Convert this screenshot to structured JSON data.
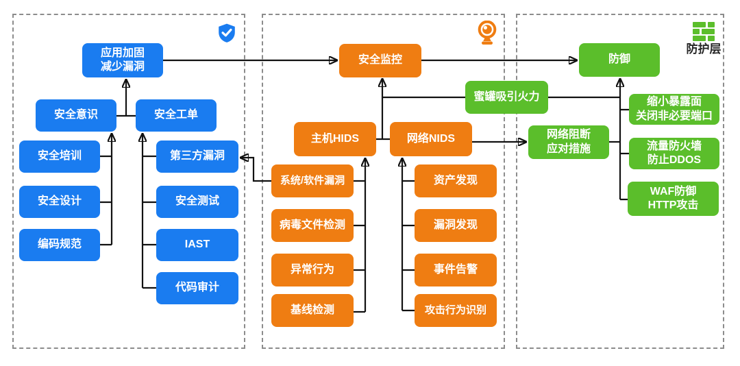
{
  "colors": {
    "blue": "#1a7cf0",
    "orange": "#ef7d12",
    "green": "#5bbe2b",
    "line": "#111111",
    "border": "#8c8c8c",
    "label": "#262626"
  },
  "panels": {
    "application": {
      "icon": "shield-check"
    },
    "monitoring": {
      "icon": "webcam"
    },
    "protection": {
      "icon": "brick-wall",
      "label": "防护层"
    }
  },
  "nodes": {
    "app_hardening": "应用加固\n减少漏洞",
    "security_awareness": "安全意识",
    "security_ticket": "安全工单",
    "security_training": "安全培训",
    "security_design": "安全设计",
    "coding_standard": "编码规范",
    "third_party_vuln": "第三方漏洞",
    "security_testing": "安全测试",
    "iast": "IAST",
    "code_audit": "代码审计",
    "security_monitoring": "安全监控",
    "host_hids": "主机HIDS",
    "network_nids": "网络NIDS",
    "sys_software_vuln": "系统/软件漏洞",
    "virus_file_detection": "病毒文件检测",
    "abnormal_behavior": "异常行为",
    "baseline_detection": "基线检测",
    "asset_discovery": "资产发现",
    "vuln_discovery": "漏洞发现",
    "event_alert": "事件告警",
    "attack_behavior_recognition": "攻击行为识别",
    "defense": "防御",
    "honeypot": "蜜罐吸引火力",
    "network_block": "网络阻断\n应对措施",
    "reduce_exposure": "缩小暴露面\n关闭非必要端口",
    "traffic_firewall": "流量防火墙\n防止DDOS",
    "waf": "WAF防御\nHTTP攻击"
  },
  "edges": [
    [
      "security_awareness",
      "app_hardening"
    ],
    [
      "security_ticket",
      "app_hardening"
    ],
    [
      "security_training",
      "security_awareness"
    ],
    [
      "security_design",
      "security_awareness"
    ],
    [
      "coding_standard",
      "security_awareness"
    ],
    [
      "third_party_vuln",
      "security_ticket"
    ],
    [
      "security_testing",
      "security_ticket"
    ],
    [
      "iast",
      "security_ticket"
    ],
    [
      "code_audit",
      "security_ticket"
    ],
    [
      "app_hardening",
      "security_monitoring"
    ],
    [
      "host_hids",
      "security_monitoring"
    ],
    [
      "network_nids",
      "security_monitoring"
    ],
    [
      "honeypot",
      "security_monitoring"
    ],
    [
      "sys_software_vuln",
      "host_hids"
    ],
    [
      "virus_file_detection",
      "host_hids"
    ],
    [
      "abnormal_behavior",
      "host_hids"
    ],
    [
      "baseline_detection",
      "host_hids"
    ],
    [
      "asset_discovery",
      "network_nids"
    ],
    [
      "vuln_discovery",
      "network_nids"
    ],
    [
      "event_alert",
      "network_nids"
    ],
    [
      "attack_behavior_recognition",
      "network_nids"
    ],
    [
      "sys_software_vuln",
      "third_party_vuln"
    ],
    [
      "security_monitoring",
      "defense"
    ],
    [
      "network_nids",
      "network_block"
    ],
    [
      "honeypot",
      "defense"
    ],
    [
      "network_block",
      "defense"
    ],
    [
      "reduce_exposure",
      "defense"
    ],
    [
      "traffic_firewall",
      "defense"
    ],
    [
      "waf",
      "defense"
    ]
  ]
}
